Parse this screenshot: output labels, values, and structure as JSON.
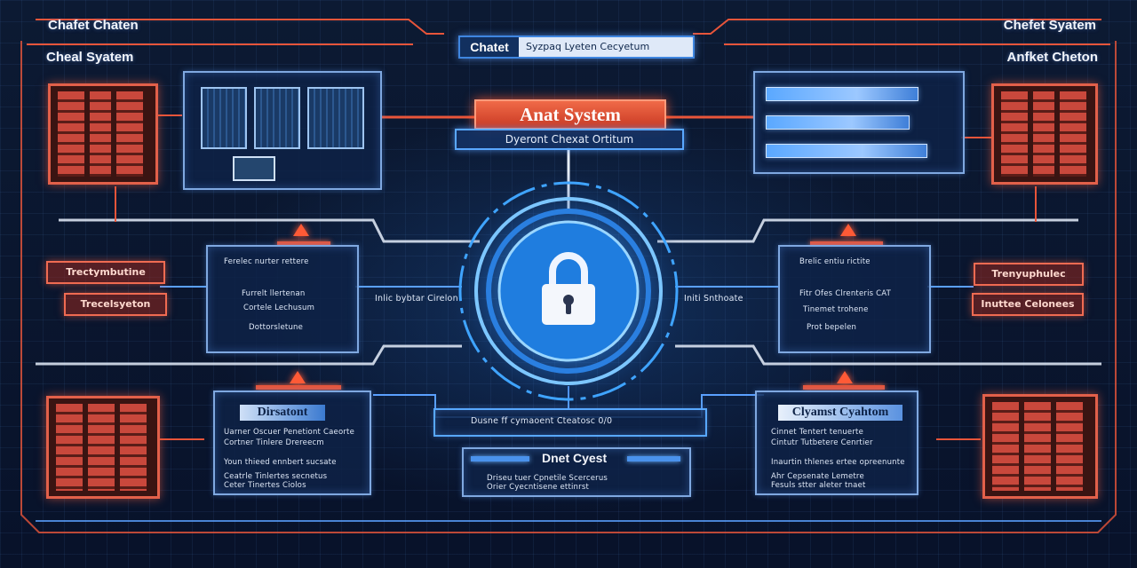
{
  "corners": {
    "top_left": "Chafet Chaten",
    "top_left_inner": "Cheal Syatem",
    "top_right": "Chefet Syatem",
    "top_right_inner": "Anfket Cheton"
  },
  "header": {
    "title": "Chatet",
    "subtitle": "Syzpaq Lyeten Cecyetum"
  },
  "center": {
    "banner": "Anat System",
    "subbanner": "Dyeront Chexat Ortitum",
    "left_link": "Inlic bybtar Cirelon",
    "right_link": "Initi Snthoate"
  },
  "left_tags": [
    "Trectymbutine",
    "Trecelsyeton"
  ],
  "right_tags": [
    "Trenyuphulec",
    "Inuttee Celonees"
  ],
  "mid_left_panel": {
    "lines": [
      "Ferelec nurter rettere",
      "Furrelt llertenan",
      "Cortele Lechusum",
      "Dottorsletune"
    ]
  },
  "mid_right_panel": {
    "lines": [
      "Brelic entiu rictite",
      "Fitr Ofes Clrenteris CAT",
      "Tinemet trohene",
      "Prot bepelen"
    ]
  },
  "bottom_left_panel": {
    "title": "Dirsatont",
    "lines": [
      "Uarner Oscuer Penetiont Caeorte",
      "Cortner Tinlere Drereecm",
      "Youn thieed ennbert sucsate",
      "Ceatrle Tinlertes secnetus",
      "Ceter Tinertes Ciolos"
    ]
  },
  "bottom_right_panel": {
    "title": "Clyamst Cyahtom",
    "lines": [
      "Cinnet Tentert tenuerte",
      "Cintutr Tutbetere Cenrtier",
      "Inaurtin thlenes ertee opreenunte",
      "Ahr Cepsenate Lemetre",
      "Fesuls stter aleter tnaet"
    ]
  },
  "bottom_center": {
    "top_line": "Dusne ff cymaoent Cteatosc 0/0",
    "title": "Dnet Cyest",
    "lines": [
      "Driseu tuer Cpnetile Scercerus",
      "Orier Cyecntisene ettinrst"
    ]
  },
  "colors": {
    "background": "#0a1428",
    "wire_blue": "#5aa0ff",
    "wire_white": "#e6eefb",
    "accent_red": "#e8553a",
    "glow_cyan": "#4fb8ff"
  },
  "icons": {
    "center": "padlock-icon"
  }
}
